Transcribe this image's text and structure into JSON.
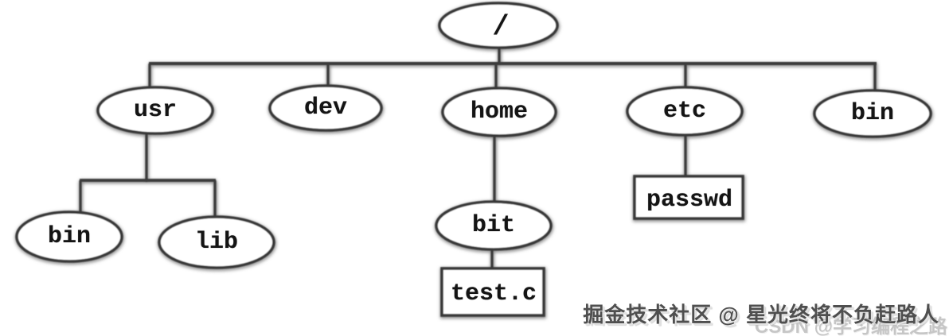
{
  "diagram": {
    "nodes": {
      "root": {
        "label": "/",
        "shape": "ellipse"
      },
      "usr": {
        "label": "usr",
        "shape": "ellipse"
      },
      "dev": {
        "label": "dev",
        "shape": "ellipse"
      },
      "home": {
        "label": "home",
        "shape": "ellipse"
      },
      "etc": {
        "label": "etc",
        "shape": "ellipse"
      },
      "bin_root": {
        "label": "bin",
        "shape": "ellipse"
      },
      "usr_bin": {
        "label": "bin",
        "shape": "ellipse"
      },
      "usr_lib": {
        "label": "lib",
        "shape": "ellipse"
      },
      "bit": {
        "label": "bit",
        "shape": "ellipse"
      },
      "passwd": {
        "label": "passwd",
        "shape": "rectangle"
      },
      "test_c": {
        "label": "test.c",
        "shape": "rectangle"
      }
    },
    "tree": {
      "label": "/",
      "children": [
        {
          "label": "usr",
          "children": [
            {
              "label": "bin"
            },
            {
              "label": "lib"
            }
          ]
        },
        {
          "label": "dev"
        },
        {
          "label": "home",
          "children": [
            {
              "label": "bit",
              "children": [
                {
                  "label": "test.c"
                }
              ]
            }
          ]
        },
        {
          "label": "etc",
          "children": [
            {
              "label": "passwd"
            }
          ]
        },
        {
          "label": "bin"
        }
      ]
    }
  },
  "watermarks": {
    "primary": "掘金技术社区 @ 星光终将不负赶路人",
    "secondary": "CSDN @学习编程之路"
  },
  "colors": {
    "background": "#ffffff",
    "line": "#3a3a3a",
    "node_fill": "#ffffff",
    "label_text": "#141414",
    "watermark_primary": "#4f4f4f",
    "watermark_secondary": "#c6c6c6"
  }
}
